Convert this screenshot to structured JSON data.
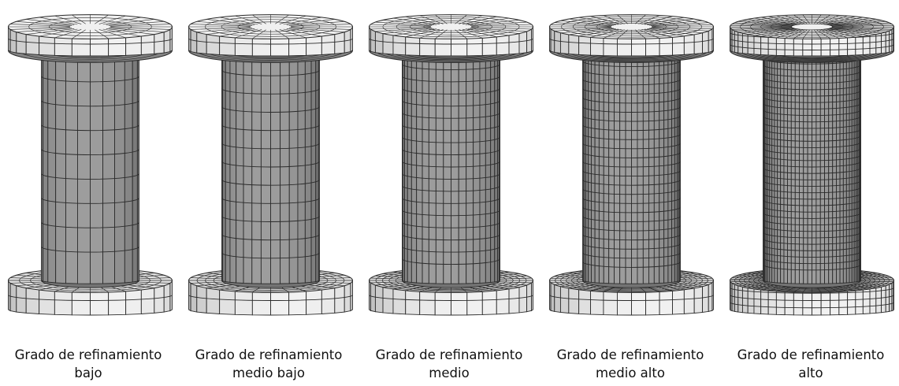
{
  "figure": {
    "colors": {
      "shaft_fill": "#9a9a9a",
      "flange_fill": "#f0f0f0",
      "mesh_line": "#2b2b2b"
    },
    "panels": [
      {
        "refinement": "bajo",
        "line1": "Grado de refinamiento",
        "line2": "bajo",
        "shaft_cols": 6,
        "shaft_rows": 9,
        "flange_cols": 14,
        "flange_rows": 2,
        "inner_rings": 2
      },
      {
        "refinement": "medio bajo",
        "line1": "Grado de refinamiento",
        "line2": "medio bajo",
        "shaft_cols": 8,
        "shaft_rows": 12,
        "flange_cols": 14,
        "flange_rows": 2,
        "inner_rings": 3
      },
      {
        "refinement": "medio",
        "line1": "Grado de refinamiento",
        "line2": "medio",
        "shaft_cols": 10,
        "shaft_rows": 18,
        "flange_cols": 16,
        "flange_rows": 2,
        "inner_rings": 4
      },
      {
        "refinement": "medio alto",
        "line1": "Grado de refinamiento",
        "line2": "medio alto",
        "shaft_cols": 13,
        "shaft_rows": 24,
        "flange_cols": 18,
        "flange_rows": 2,
        "inner_rings": 5
      },
      {
        "refinement": "alto",
        "line1": "Grado de refinamiento",
        "line2": "alto",
        "shaft_cols": 18,
        "shaft_rows": 34,
        "flange_cols": 28,
        "flange_rows": 4,
        "inner_rings": 6
      }
    ]
  }
}
